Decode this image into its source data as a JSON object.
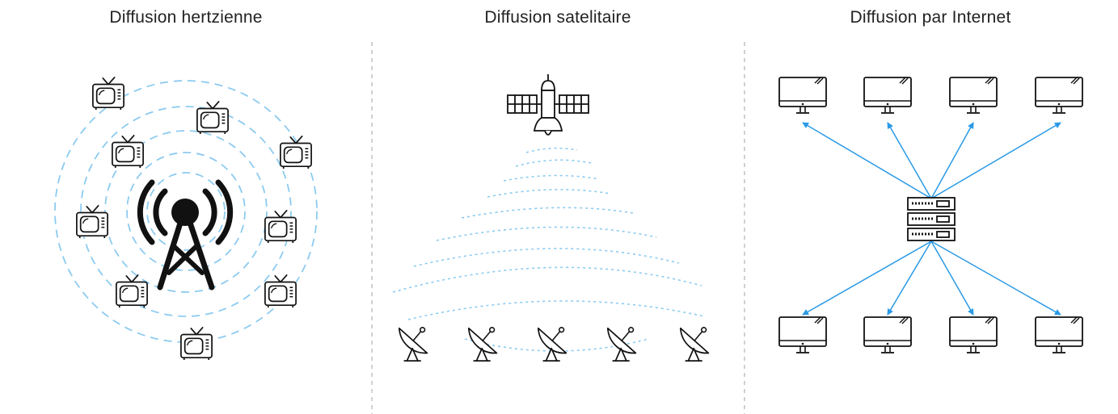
{
  "panels": [
    {
      "title": "Diffusion hertzienne"
    },
    {
      "title": "Diffusion satelitaire"
    },
    {
      "title": "Diffusion par Internet"
    }
  ],
  "icons": {
    "tower": "radio-tower-icon",
    "tv": "tv-icon",
    "satellite": "satellite-icon",
    "dish": "satellite-dish-icon",
    "monitor": "monitor-icon",
    "server": "server-rack-icon"
  },
  "colors": {
    "waves": "#8ccbf0",
    "arrows": "#2a9ae6",
    "ink": "#111111",
    "divider": "#b8b8b8"
  }
}
